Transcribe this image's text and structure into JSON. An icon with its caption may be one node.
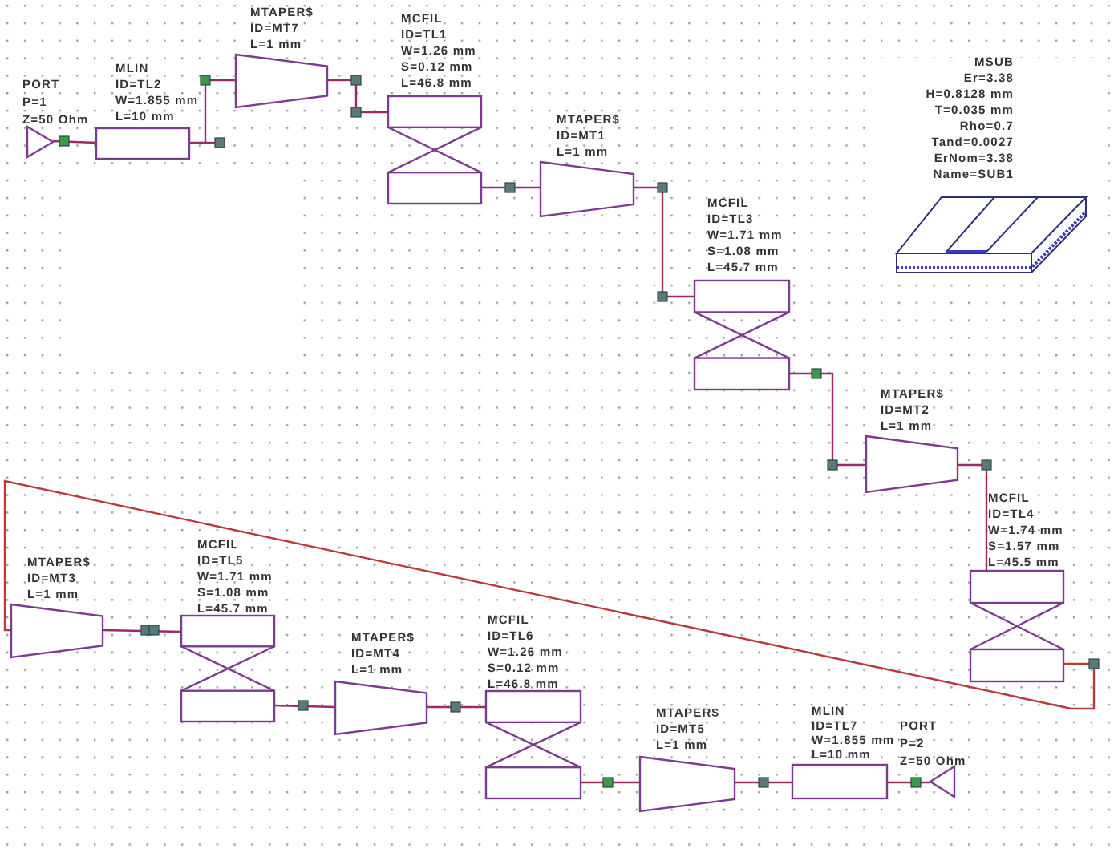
{
  "diagram": {
    "nodes": [
      {
        "text": [],
        "shape": "triangle",
        "beside": [
          "PORT",
          "P=1",
          "Z=50 Ohm"
        ]
      },
      {
        "text": [],
        "shape": "box",
        "beside": [
          "MLIN",
          "ID=TL2",
          "W=1.855 mm",
          "L=10 mm"
        ]
      },
      {
        "text": [],
        "shape": "trapezoid",
        "beside": [
          "MTAPER$",
          "ID=MT7",
          "L=1 mm"
        ]
      },
      {
        "text": [],
        "shape": "coupler",
        "beside": [
          "MCFIL",
          "ID=TL1",
          "W=1.26 mm",
          "S=0.12 mm",
          "L=46.8 mm"
        ]
      },
      {
        "text": [],
        "shape": "trapezoid",
        "beside": [
          "MTAPER$",
          "ID=MT1",
          "L=1 mm"
        ]
      },
      {
        "text": [],
        "shape": "coupler",
        "beside": [
          "MCFIL",
          "ID=TL3",
          "W=1.71 mm",
          "S=1.08 mm",
          "L=45.7 mm"
        ]
      },
      {
        "text": [],
        "shape": "trapezoid",
        "beside": [
          "MTAPER$",
          "ID=MT2",
          "L=1 mm"
        ]
      },
      {
        "text": [],
        "shape": "coupler",
        "beside": [
          "MCFIL",
          "ID=TL4",
          "W=1.74 mm",
          "S=1.57 mm",
          "L=45.5 mm"
        ]
      },
      {
        "text": [],
        "shape": "trapezoid",
        "beside": [
          "MTAPER$",
          "ID=MT3",
          "L=1 mm"
        ]
      },
      {
        "text": [],
        "shape": "coupler",
        "beside": [
          "MCFIL",
          "ID=TL5",
          "W=1.71 mm",
          "S=1.08 mm",
          "L=45.7 mm"
        ]
      },
      {
        "text": [],
        "shape": "trapezoid",
        "beside": [
          "MTAPER$",
          "ID=MT4",
          "L=1 mm"
        ]
      },
      {
        "text": [],
        "shape": "coupler",
        "beside": [
          "MCFIL",
          "ID=TL6",
          "W=1.26 mm",
          "S=0.12 mm",
          "L=46.8 mm"
        ]
      },
      {
        "text": [],
        "shape": "trapezoid",
        "beside": [
          "MTAPER$",
          "ID=MT5",
          "L=1 mm"
        ]
      },
      {
        "text": [],
        "shape": "box",
        "beside": [
          "MLIN",
          "ID=TL7",
          "W=1.855 mm",
          "L=10 mm"
        ]
      },
      {
        "text": [],
        "shape": "triangle",
        "beside": [
          "PORT",
          "P=2",
          "Z=50 Ohm"
        ]
      }
    ],
    "edges": [
      {
        "from": 0,
        "to": 1,
        "arrow": "none"
      },
      {
        "from": 1,
        "to": 2,
        "arrow": "none"
      },
      {
        "from": 2,
        "to": 3,
        "arrow": "none"
      },
      {
        "from": 3,
        "to": 4,
        "arrow": "none"
      },
      {
        "from": 4,
        "to": 5,
        "arrow": "none"
      },
      {
        "from": 5,
        "to": 6,
        "arrow": "none"
      },
      {
        "from": 6,
        "to": 7,
        "arrow": "none"
      },
      {
        "from": 7,
        "to": 8,
        "arrow": "none",
        "color": "#b83a3a"
      },
      {
        "from": 8,
        "to": 9,
        "arrow": "none"
      },
      {
        "from": 9,
        "to": 10,
        "arrow": "none"
      },
      {
        "from": 10,
        "to": 11,
        "arrow": "none"
      },
      {
        "from": 11,
        "to": 12,
        "arrow": "none"
      },
      {
        "from": 12,
        "to": 13,
        "arrow": "none"
      },
      {
        "from": 13,
        "to": 14,
        "arrow": "none"
      }
    ],
    "labels": [
      "MSUB",
      "Er=3.38",
      "H=0.8128 mm",
      "T=0.035 mm",
      "Rho=0.7",
      "Tand=0.0027",
      "ErNom=3.38",
      "Name=SUB1"
    ]
  }
}
